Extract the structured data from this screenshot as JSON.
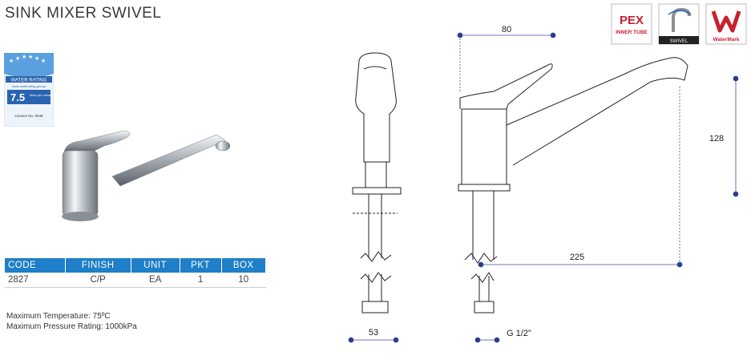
{
  "header": {
    "title": "SINK MIXER SWIVEL"
  },
  "rating": {
    "label": "WATER RATING",
    "site": "www.waterrating.gov.au",
    "value": "7.5",
    "unit": "litres per minute",
    "licence": "Licence No. 0049"
  },
  "badges": {
    "pex_line1": "PEX",
    "pex_line2": "INNER TUBE",
    "swivel": "SWIVEL",
    "watermark": "WaterMark"
  },
  "spec_table": {
    "headers": [
      "CODE",
      "FINISH",
      "UNIT",
      "PKT",
      "BOX"
    ],
    "row": [
      "2827",
      "C/P",
      "EA",
      "1",
      "10"
    ]
  },
  "notes": {
    "max_temp": "Maximum Temperature: 75ºC",
    "max_pressure": "Maximum Pressure Rating: 1000kPa"
  },
  "dimensions": {
    "top": "80",
    "height": "128",
    "reach": "225",
    "width": "53",
    "thread": "G 1/2\""
  },
  "colors": {
    "header_blue": "#1f7fc8",
    "dim_line": "#3b4ea0",
    "dot": "#2a3a8a",
    "badge_red": "#c8202f"
  }
}
